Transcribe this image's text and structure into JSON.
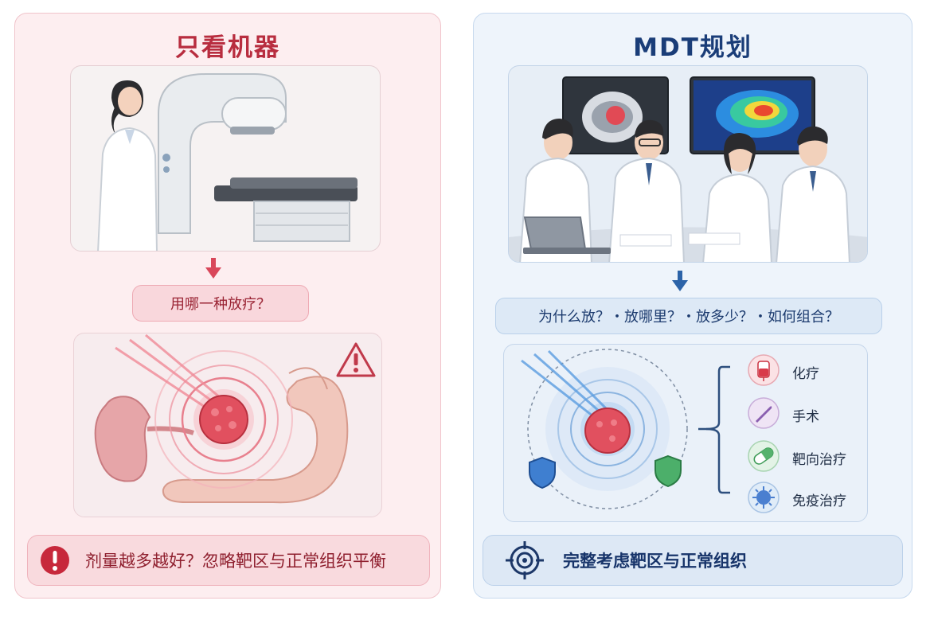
{
  "left": {
    "title": "只看机器",
    "question": "用哪一种放疗？",
    "warning_text": "剂量越多越好？忽略靶区与正常组织平衡",
    "icons": [
      "radiotherapy-machine-icon",
      "doctor-icon",
      "warning-triangle-icon",
      "exclamation-circle-icon",
      "tumor-icon",
      "organs-icon"
    ]
  },
  "right": {
    "title": "MDT规划",
    "question": "为什么放？・放哪里？・放多少？・如何组合？",
    "options": [
      {
        "label": "化疗",
        "icon": "iv-bag-icon"
      },
      {
        "label": "手术",
        "icon": "scalpel-icon"
      },
      {
        "label": "靶向治疗",
        "icon": "capsule-icon"
      },
      {
        "label": "免疫治疗",
        "icon": "immune-cell-icon"
      }
    ],
    "banner_text": "完整考虑靶区与正常组织",
    "icons": [
      "team-meeting-icon",
      "ct-scan-monitor-icon",
      "heatmap-monitor-icon",
      "shield-icon",
      "target-crosshair-icon"
    ]
  },
  "colors": {
    "left_accent": "#b82d3f",
    "right_accent": "#1a3d78",
    "left_bg": "#fdeef0",
    "right_bg": "#eef4fb"
  }
}
